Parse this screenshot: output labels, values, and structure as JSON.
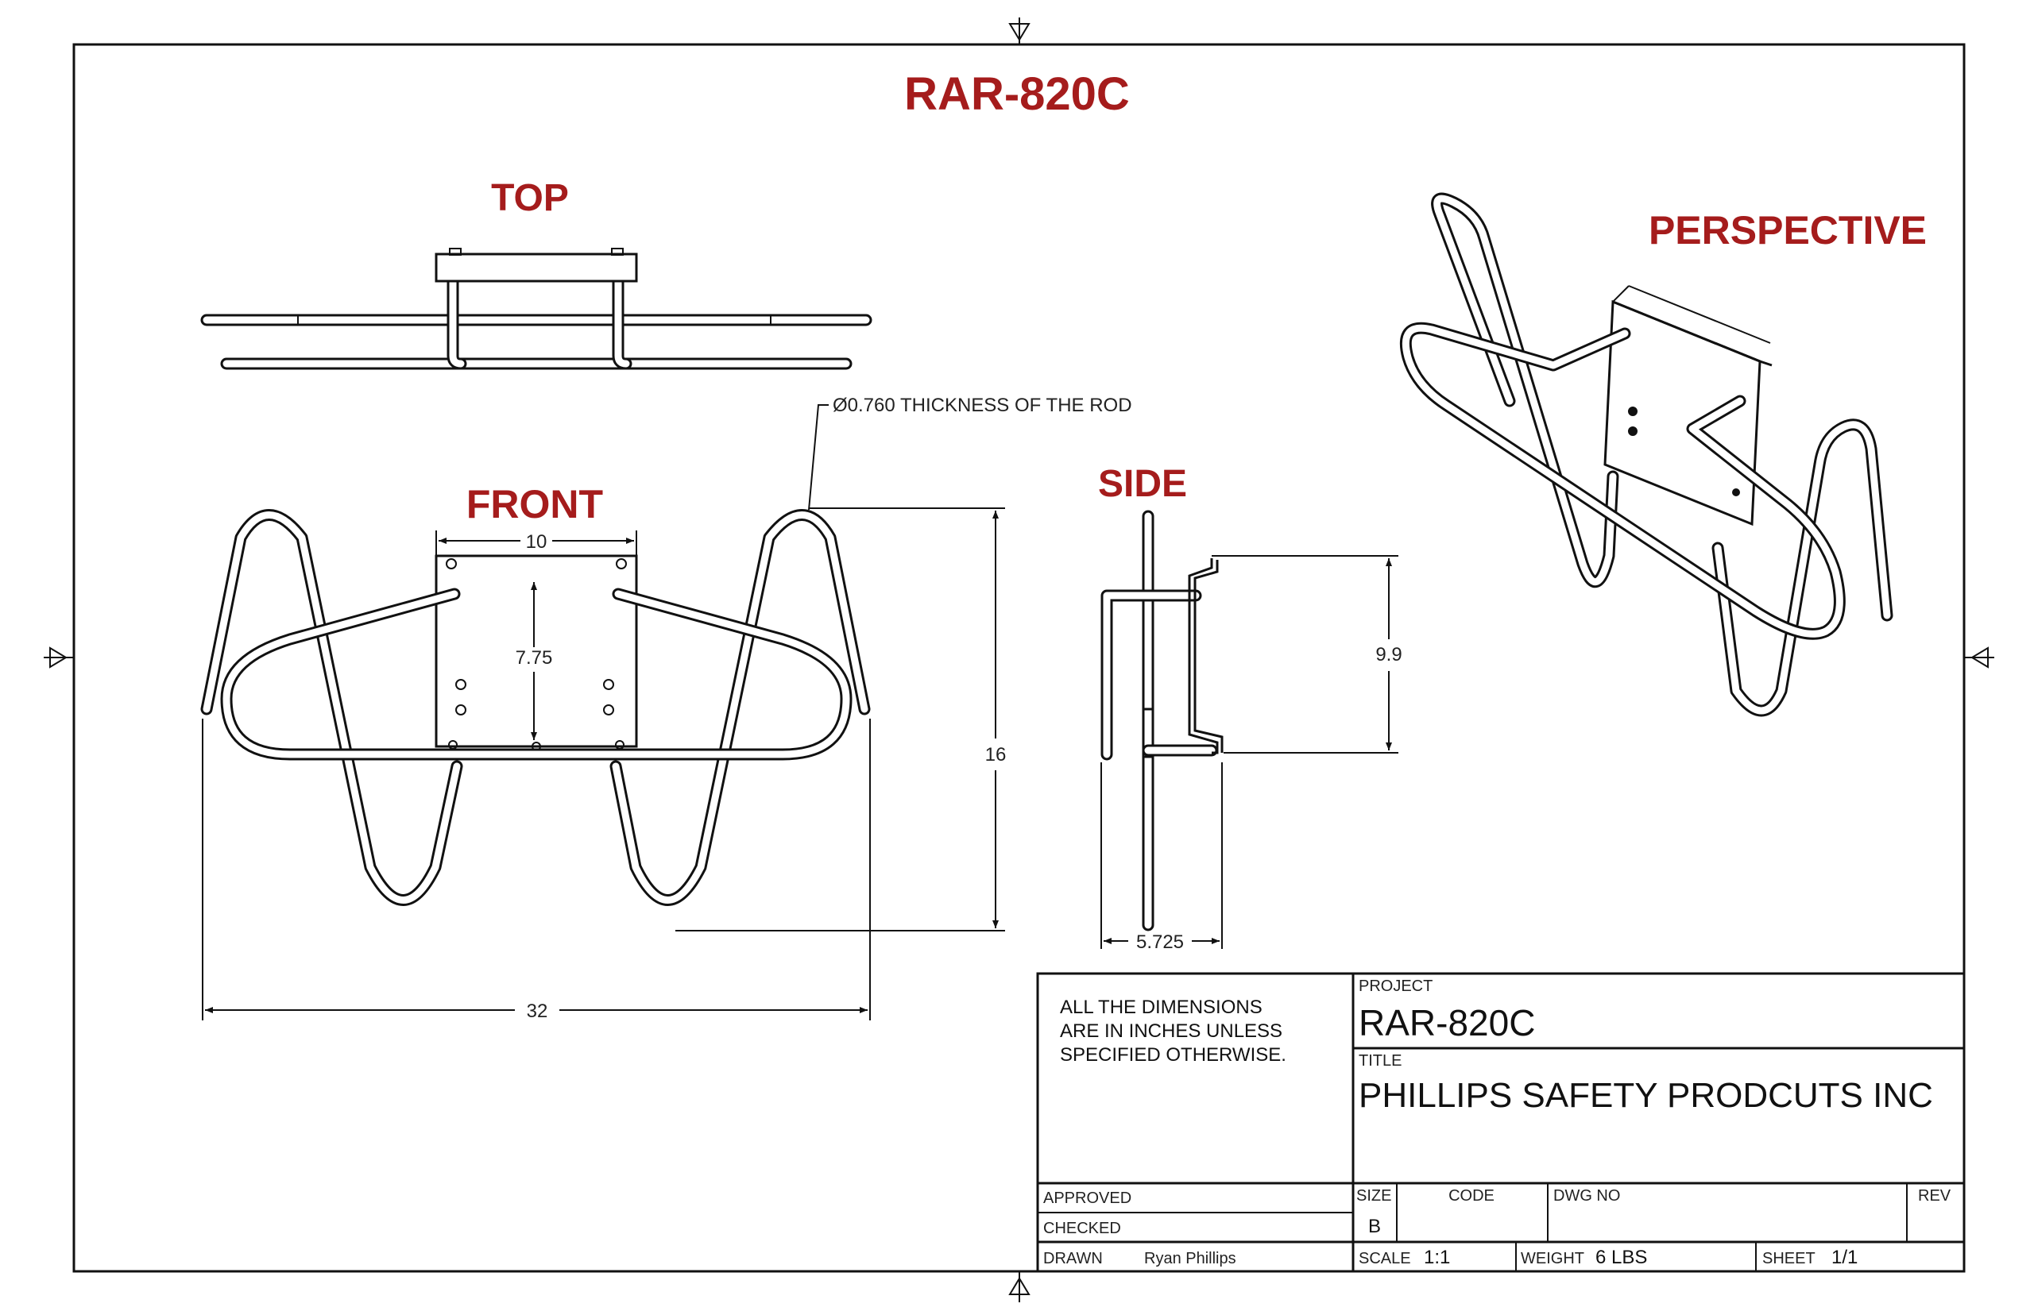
{
  "drawing": {
    "title": "RAR-820C",
    "views": {
      "top": "TOP",
      "front": "FRONT",
      "side": "SIDE",
      "perspective": "PERSPECTIVE"
    },
    "callout": "Ø0.760 THICKNESS OF THE ROD",
    "dimensions": {
      "plate_width": "10",
      "hole_spacing": "7.75",
      "height": "16",
      "overall_width": "32",
      "side_height": "9.9",
      "side_depth": "5.725"
    }
  },
  "title_block": {
    "note": [
      "ALL THE DIMENSIONS",
      "ARE IN INCHES UNLESS",
      "SPECIFIED OTHERWISE."
    ],
    "project_label": "PROJECT",
    "project": "RAR-820C",
    "title_label": "TITLE",
    "title": "PHILLIPS SAFETY PRODCUTS INC",
    "approved_label": "APPROVED",
    "checked_label": "CHECKED",
    "drawn_label": "DRAWN",
    "drawn_by": "Ryan Phillips",
    "size_label": "SIZE",
    "size": "B",
    "code_label": "CODE",
    "dwg_no_label": "DWG NO",
    "rev_label": "REV",
    "scale_label": "SCALE",
    "scale": "1:1",
    "weight_label": "WEIGHT",
    "weight": "6 LBS",
    "sheet_label": "SHEET",
    "sheet": "1/1"
  },
  "colors": {
    "view_label": "#a51c1c",
    "line": "#111111"
  }
}
